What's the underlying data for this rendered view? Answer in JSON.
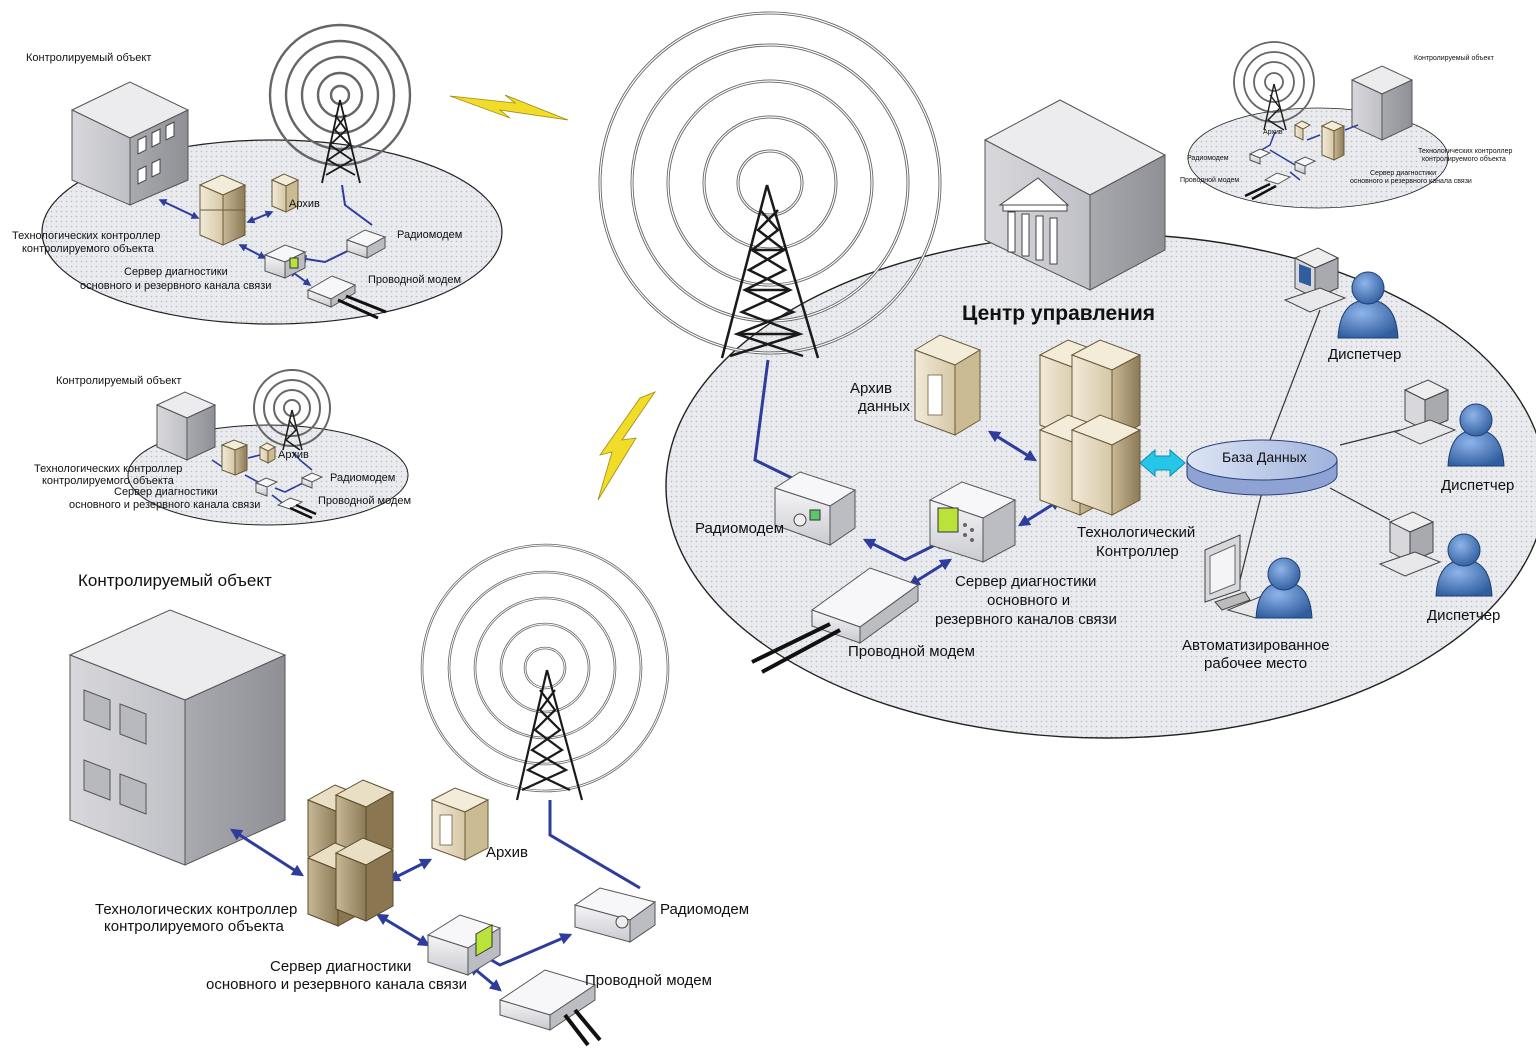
{
  "control_center": {
    "title": "Центр управления",
    "data_archive": [
      "Архив",
      "данных"
    ],
    "radiomodem": "Радиомодем",
    "tech_controller": [
      "Технологический",
      "Контроллер"
    ],
    "database": "База Данных",
    "diag_server": [
      "Сервер диагностики",
      "основного и",
      "резервного каналов связи"
    ],
    "wired_modem": "Проводной модем",
    "dispatcher": "Диспетчер",
    "workstation": [
      "Автоматизированное",
      "рабочее место"
    ]
  },
  "site_main": {
    "title": "Контролируемый объект",
    "archive": "Архив",
    "radiomodem": "Радиомодем",
    "controller": [
      "Технологических контроллер",
      "контролируемого объекта"
    ],
    "diag_server": [
      "Сервер диагностики",
      "основного и резервного канала связи"
    ],
    "wired_modem": "Проводной модем"
  },
  "site_top_left": {
    "title": "Контролируемый объект",
    "archive": "Архив",
    "radiomodem": "Радиомодем",
    "controller": [
      "Технологических контроллер",
      "контролируемого объекта"
    ],
    "diag_server": [
      "Сервер диагностики",
      "основного и резервного канала связи"
    ],
    "wired_modem": "Проводной модем"
  },
  "site_mid_left": {
    "title": "Контролируемый объект",
    "archive": "Архив",
    "radiomodem": "Радиомодем",
    "controller": [
      "Технологических контроллер",
      "контролируемого объекта"
    ],
    "diag_server": [
      "Сервер диагностики",
      "основного и резервного канала связи"
    ],
    "wired_modem": "Проводной модем"
  },
  "site_top_right": {
    "title": "Контролируемый объект",
    "archive": "Архив",
    "radiomodem": "Радиомодем",
    "controller": [
      "Технологических контроллер",
      "контролируемого объекта"
    ],
    "diag_server": [
      "Сервер диагностики",
      "основного и резервного канала связи"
    ],
    "wired_modem": "Проводной модем"
  },
  "colors": {
    "link": "#2e3d9c",
    "ellipse_fill": "#e6e8ec",
    "db_fill": "#b9c7e6",
    "db_arrow": "#25c6e8",
    "person": "#4a78b8",
    "bolt": "#f2dc2a"
  }
}
